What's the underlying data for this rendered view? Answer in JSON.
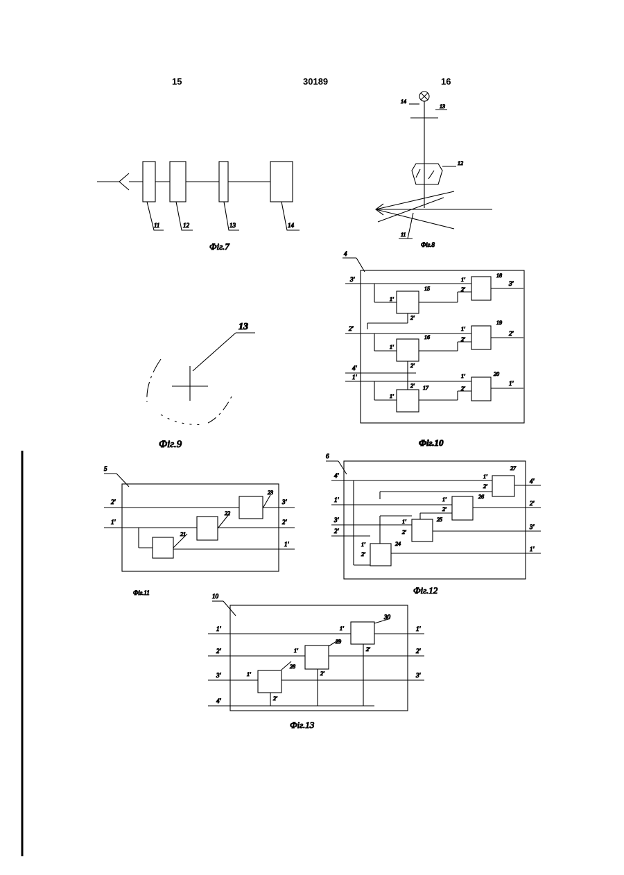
{
  "header": {
    "page_left": "15",
    "patent_no": "30189",
    "page_right": "16"
  },
  "fig7": {
    "caption": "Фіг.7",
    "blocks": [
      {
        "label": "11"
      },
      {
        "label": "12"
      },
      {
        "label": "13"
      },
      {
        "label": "14"
      }
    ]
  },
  "fig8": {
    "caption": "Фіг.8",
    "labels": {
      "lamp": "14",
      "reticle": "13",
      "lens": "12",
      "mirror": "11"
    }
  },
  "fig9": {
    "caption": "Фіг.9",
    "label": "13"
  },
  "fig10": {
    "caption": "Фіг.10",
    "unit": "4",
    "inputs": [
      "3'",
      "2'",
      "4'",
      "1'"
    ],
    "outputs": [
      "3'",
      "2'",
      "1'"
    ],
    "blocks": [
      "15",
      "16",
      "17",
      "18",
      "19",
      "20"
    ],
    "port1": "1'",
    "port2": "2'"
  },
  "fig11": {
    "caption": "Фіг.11",
    "unit": "5",
    "inputs": [
      "2'",
      "1'"
    ],
    "outputs": [
      "3'",
      "2'",
      "1'"
    ],
    "blocks": [
      "21",
      "22",
      "23"
    ]
  },
  "fig12": {
    "caption": "Фіг.12",
    "unit": "6",
    "inputs": [
      "4'",
      "1'",
      "3'",
      "2'"
    ],
    "outputs": [
      "4'",
      "2'",
      "3'",
      "1'"
    ],
    "blocks": [
      "24",
      "25",
      "26",
      "27"
    ],
    "port1": "1'",
    "port2": "2'"
  },
  "fig13": {
    "caption": "Фіг.13",
    "unit": "10",
    "inputs": [
      "1'",
      "2'",
      "3'",
      "4'"
    ],
    "outputs": [
      "1'",
      "2'",
      "3'"
    ],
    "blocks": [
      "28",
      "29",
      "30"
    ],
    "port1": "1'",
    "port2": "2'"
  }
}
